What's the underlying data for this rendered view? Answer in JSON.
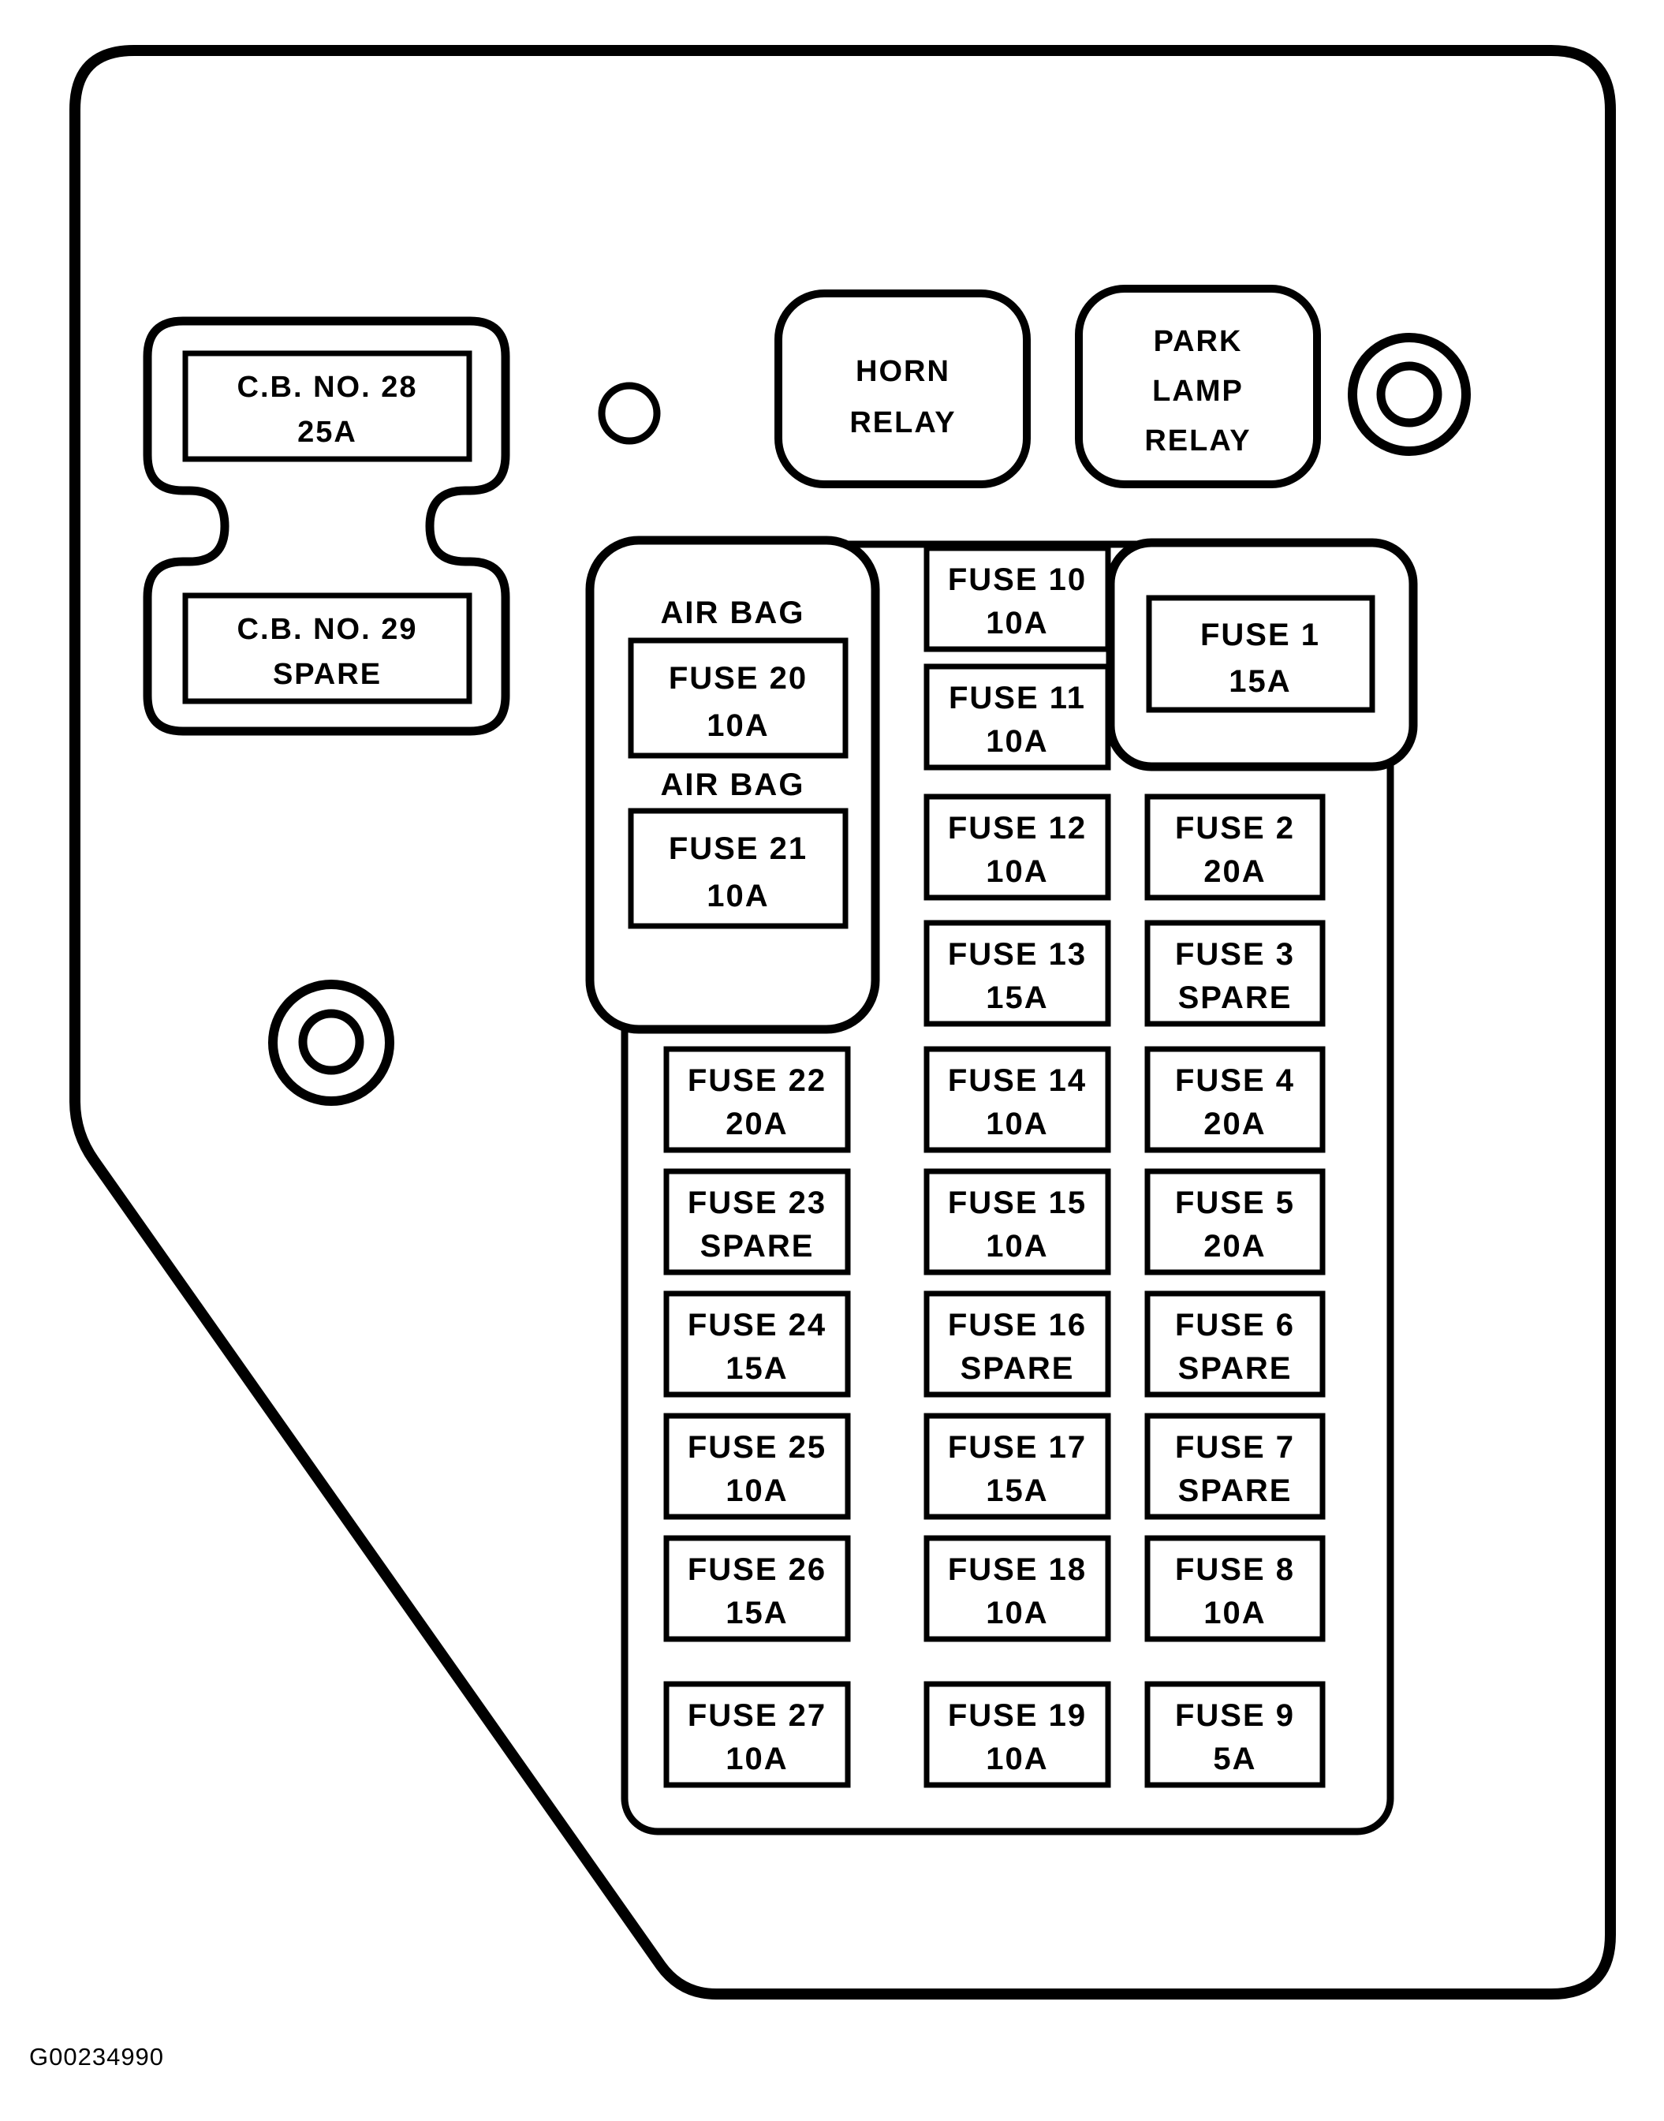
{
  "figure_code": "G00234990",
  "colors": {
    "ink": "#000000",
    "paper": "#ffffff"
  },
  "relays": {
    "horn": {
      "line1": "HORN",
      "line2": "RELAY"
    },
    "park": {
      "line1": "PARK",
      "line2": "LAMP",
      "line3": "RELAY"
    }
  },
  "circuit_breakers": {
    "cb28": {
      "name": "C.B. NO. 28",
      "amp": "25A"
    },
    "cb29": {
      "name": "C.B. NO. 29",
      "amp": "SPARE"
    }
  },
  "airbag": {
    "label1": "AIR BAG",
    "fuse20": {
      "name": "FUSE 20",
      "amp": "10A"
    },
    "label2": "AIR BAG",
    "fuse21": {
      "name": "FUSE 21",
      "amp": "10A"
    }
  },
  "fuse1": {
    "name": "FUSE 1",
    "amp": "15A"
  },
  "fuse_grid": {
    "fuses": [
      {
        "name": "FUSE 10",
        "amp": "10A",
        "col": "mid",
        "row": 0
      },
      {
        "name": "FUSE 11",
        "amp": "10A",
        "col": "mid",
        "row": 1
      },
      {
        "name": "FUSE 12",
        "amp": "10A",
        "col": "mid",
        "row": 2
      },
      {
        "name": "FUSE 13",
        "amp": "15A",
        "col": "mid",
        "row": 3
      },
      {
        "name": "FUSE 14",
        "amp": "10A",
        "col": "mid",
        "row": 4
      },
      {
        "name": "FUSE 15",
        "amp": "10A",
        "col": "mid",
        "row": 5
      },
      {
        "name": "FUSE 16",
        "amp": "SPARE",
        "col": "mid",
        "row": 6
      },
      {
        "name": "FUSE 17",
        "amp": "15A",
        "col": "mid",
        "row": 7
      },
      {
        "name": "FUSE 18",
        "amp": "10A",
        "col": "mid",
        "row": 8
      },
      {
        "name": "FUSE 19",
        "amp": "10A",
        "col": "mid",
        "row": 9
      },
      {
        "name": "FUSE 2",
        "amp": "20A",
        "col": "right",
        "row": 2
      },
      {
        "name": "FUSE 3",
        "amp": "SPARE",
        "col": "right",
        "row": 3
      },
      {
        "name": "FUSE 4",
        "amp": "20A",
        "col": "right",
        "row": 4
      },
      {
        "name": "FUSE 5",
        "amp": "20A",
        "col": "right",
        "row": 5
      },
      {
        "name": "FUSE 6",
        "amp": "SPARE",
        "col": "right",
        "row": 6
      },
      {
        "name": "FUSE 7",
        "amp": "SPARE",
        "col": "right",
        "row": 7
      },
      {
        "name": "FUSE 8",
        "amp": "10A",
        "col": "right",
        "row": 8
      },
      {
        "name": "FUSE 9",
        "amp": "5A",
        "col": "right",
        "row": 9
      },
      {
        "name": "FUSE 22",
        "amp": "20A",
        "col": "left",
        "row": 4
      },
      {
        "name": "FUSE 23",
        "amp": "SPARE",
        "col": "left",
        "row": 5
      },
      {
        "name": "FUSE 24",
        "amp": "15A",
        "col": "left",
        "row": 6
      },
      {
        "name": "FUSE 25",
        "amp": "10A",
        "col": "left",
        "row": 7
      },
      {
        "name": "FUSE 26",
        "amp": "15A",
        "col": "left",
        "row": 8
      },
      {
        "name": "FUSE 27",
        "amp": "10A",
        "col": "left",
        "row": 9
      }
    ]
  }
}
